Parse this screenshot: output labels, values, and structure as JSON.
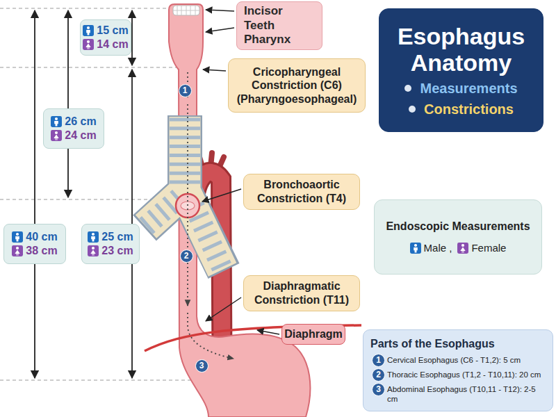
{
  "diagram": {
    "nodes": [
      {
        "text": [
          "Esophagus Anatomy",
          "Measurements",
          "Constrictions"
        ]
      },
      {
        "text": [
          "Incisor Teeth",
          "Pharynx"
        ]
      },
      {
        "text": [
          "15 cm",
          "14 cm"
        ]
      },
      {
        "text": [
          "Cricopharyngeal Constriction (C6) (Pharyngoesophageal)"
        ]
      },
      {
        "text": [
          "26 cm",
          "24 cm"
        ]
      },
      {
        "text": [
          "Bronchoaortic Constriction (T4)"
        ]
      },
      {
        "text": [
          "Endoscopic Measurements",
          "Male ,",
          "Female"
        ]
      },
      {
        "text": [
          "40 cm",
          "38 cm"
        ]
      },
      {
        "text": [
          "25 cm",
          "23 cm"
        ]
      },
      {
        "text": [
          "Diaphragmatic Constriction (T11)"
        ]
      },
      {
        "text": [
          "Diaphragm"
        ]
      },
      {
        "text": [
          "Parts of the Esophagus",
          "Cervical Esophagus (C6 - T1,2): 5 cm",
          "Thoracic Esophagus (T1,2 - T10,11): 20 cm",
          "Abdominal Esophagus (T10,11 - T12): 2-5 cm"
        ]
      }
    ],
    "labels": [
      "1",
      "2",
      "3",
      "1",
      "2",
      "3"
    ]
  }
}
